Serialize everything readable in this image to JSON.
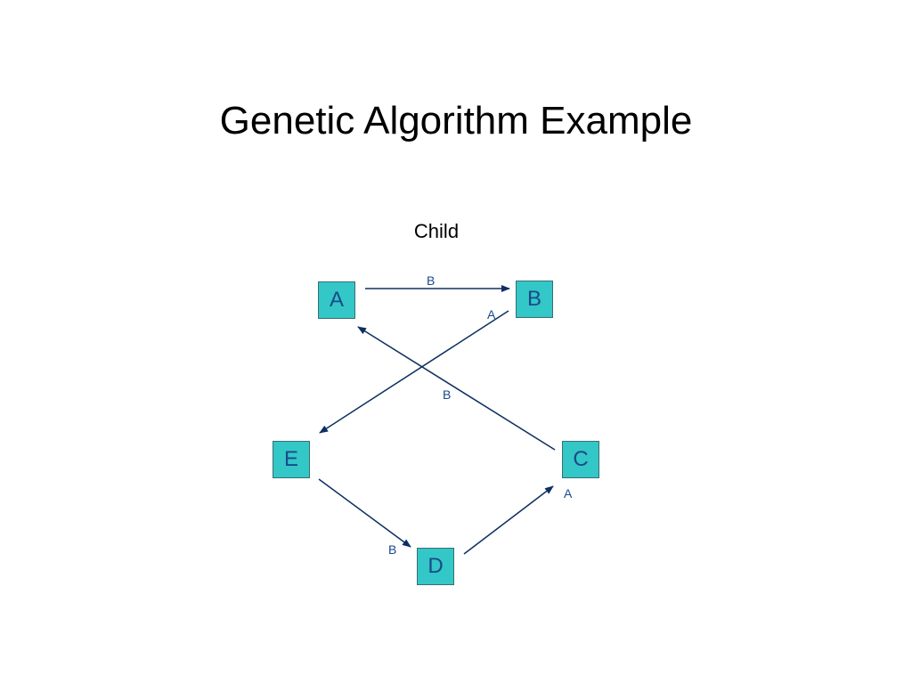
{
  "title": "Genetic Algorithm Example",
  "subtitle": "Child",
  "colors": {
    "node_fill": "#33c7c7",
    "node_text": "#1a4a8a",
    "edge": "#0d3060",
    "edge_label": "#1a4a8a"
  },
  "nodes": [
    {
      "id": "A",
      "label": "A"
    },
    {
      "id": "B",
      "label": "B"
    },
    {
      "id": "C",
      "label": "C"
    },
    {
      "id": "D",
      "label": "D"
    },
    {
      "id": "E",
      "label": "E"
    }
  ],
  "edges": [
    {
      "from": "A",
      "to": "B",
      "label": "B"
    },
    {
      "from": "B",
      "to": "E",
      "label": "A"
    },
    {
      "from": "C",
      "to": "A",
      "label": "B"
    },
    {
      "from": "E",
      "to": "D",
      "label": "B"
    },
    {
      "from": "D",
      "to": "C",
      "label": "A"
    }
  ]
}
